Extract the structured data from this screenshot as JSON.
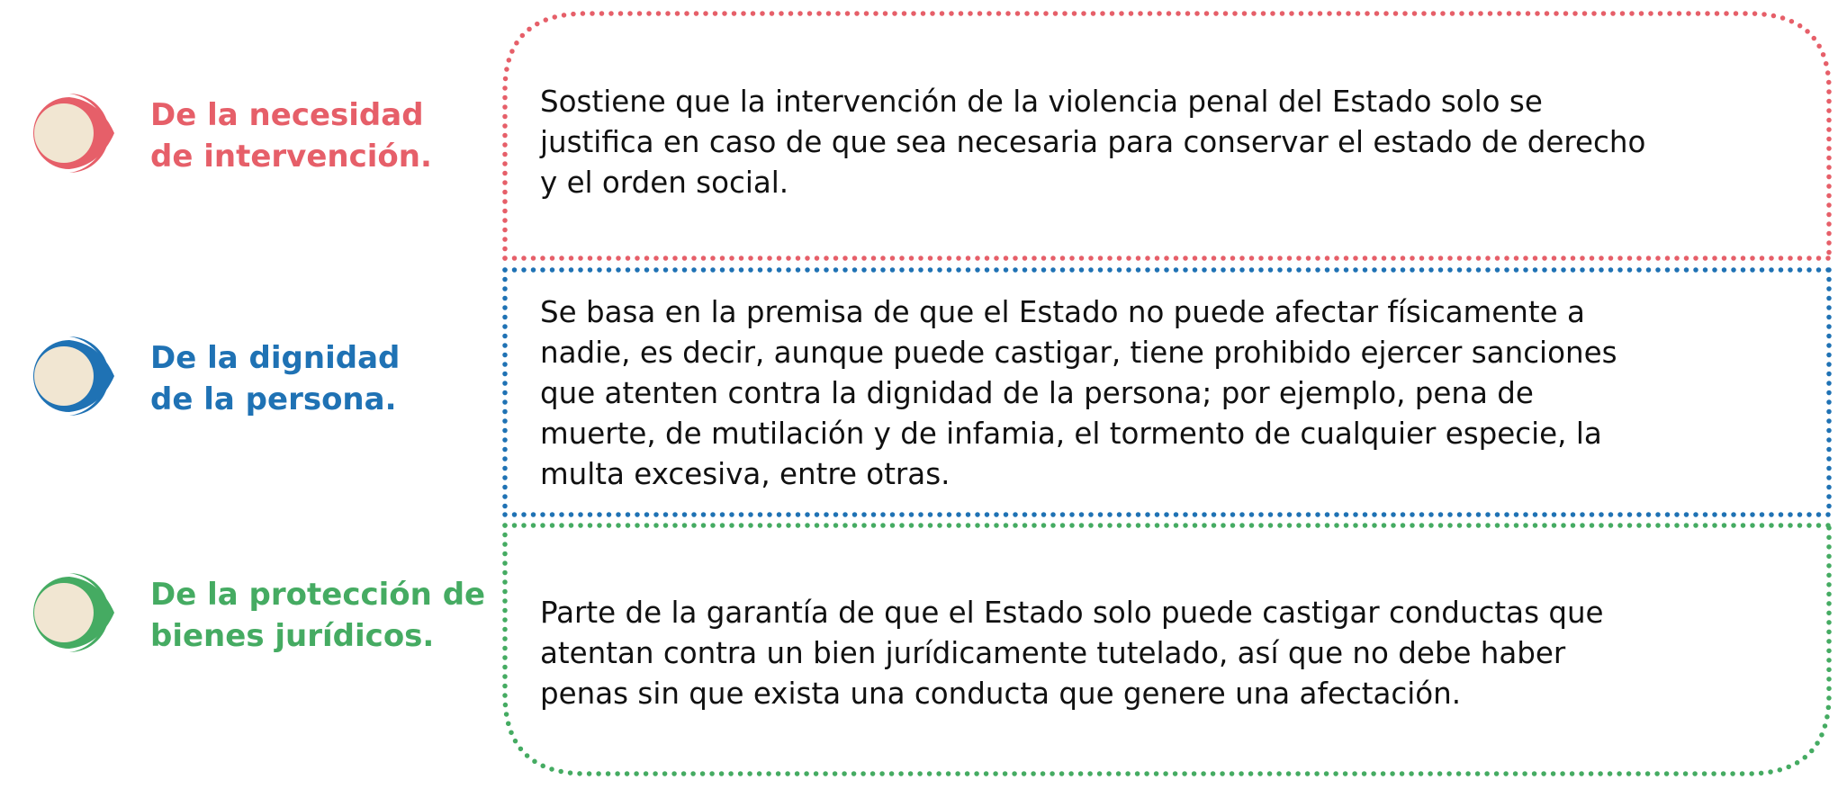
{
  "colors": {
    "red": "#e65f69",
    "blue": "#1f72b4",
    "green": "#45ab62",
    "pin_fill": "#f1e6d2"
  },
  "principles": [
    {
      "id": "necesidad",
      "icon": "droplet-pin-icon",
      "title_lines": [
        "De la necesidad",
        "de intervención."
      ],
      "description_lines": [
        "Sostiene que la intervención de la violencia penal del Estado solo se",
        "justifica en caso de que sea necesaria para conservar el estado de derecho",
        "y el orden social."
      ]
    },
    {
      "id": "dignidad",
      "icon": "droplet-pin-icon",
      "title_lines": [
        "De la dignidad",
        "de la persona."
      ],
      "description_lines": [
        "Se basa en la premisa de que el Estado no puede afectar físicamente a",
        "nadie, es decir, aunque puede castigar, tiene prohibido ejercer sanciones",
        "que atenten contra la dignidad de la persona; por ejemplo, pena de",
        "muerte, de mutilación y de infamia, el tormento de cualquier especie, la",
        "multa excesiva, entre otras."
      ]
    },
    {
      "id": "proteccion",
      "icon": "droplet-pin-icon",
      "title_lines": [
        "De la protección de",
        "bienes jurídicos."
      ],
      "description_lines": [
        "Parte de la garantía de que el Estado solo puede castigar conductas que",
        "atentan contra un bien jurídicamente tutelado, así que no debe haber",
        "penas sin que exista una conducta que genere una afectación."
      ]
    }
  ]
}
